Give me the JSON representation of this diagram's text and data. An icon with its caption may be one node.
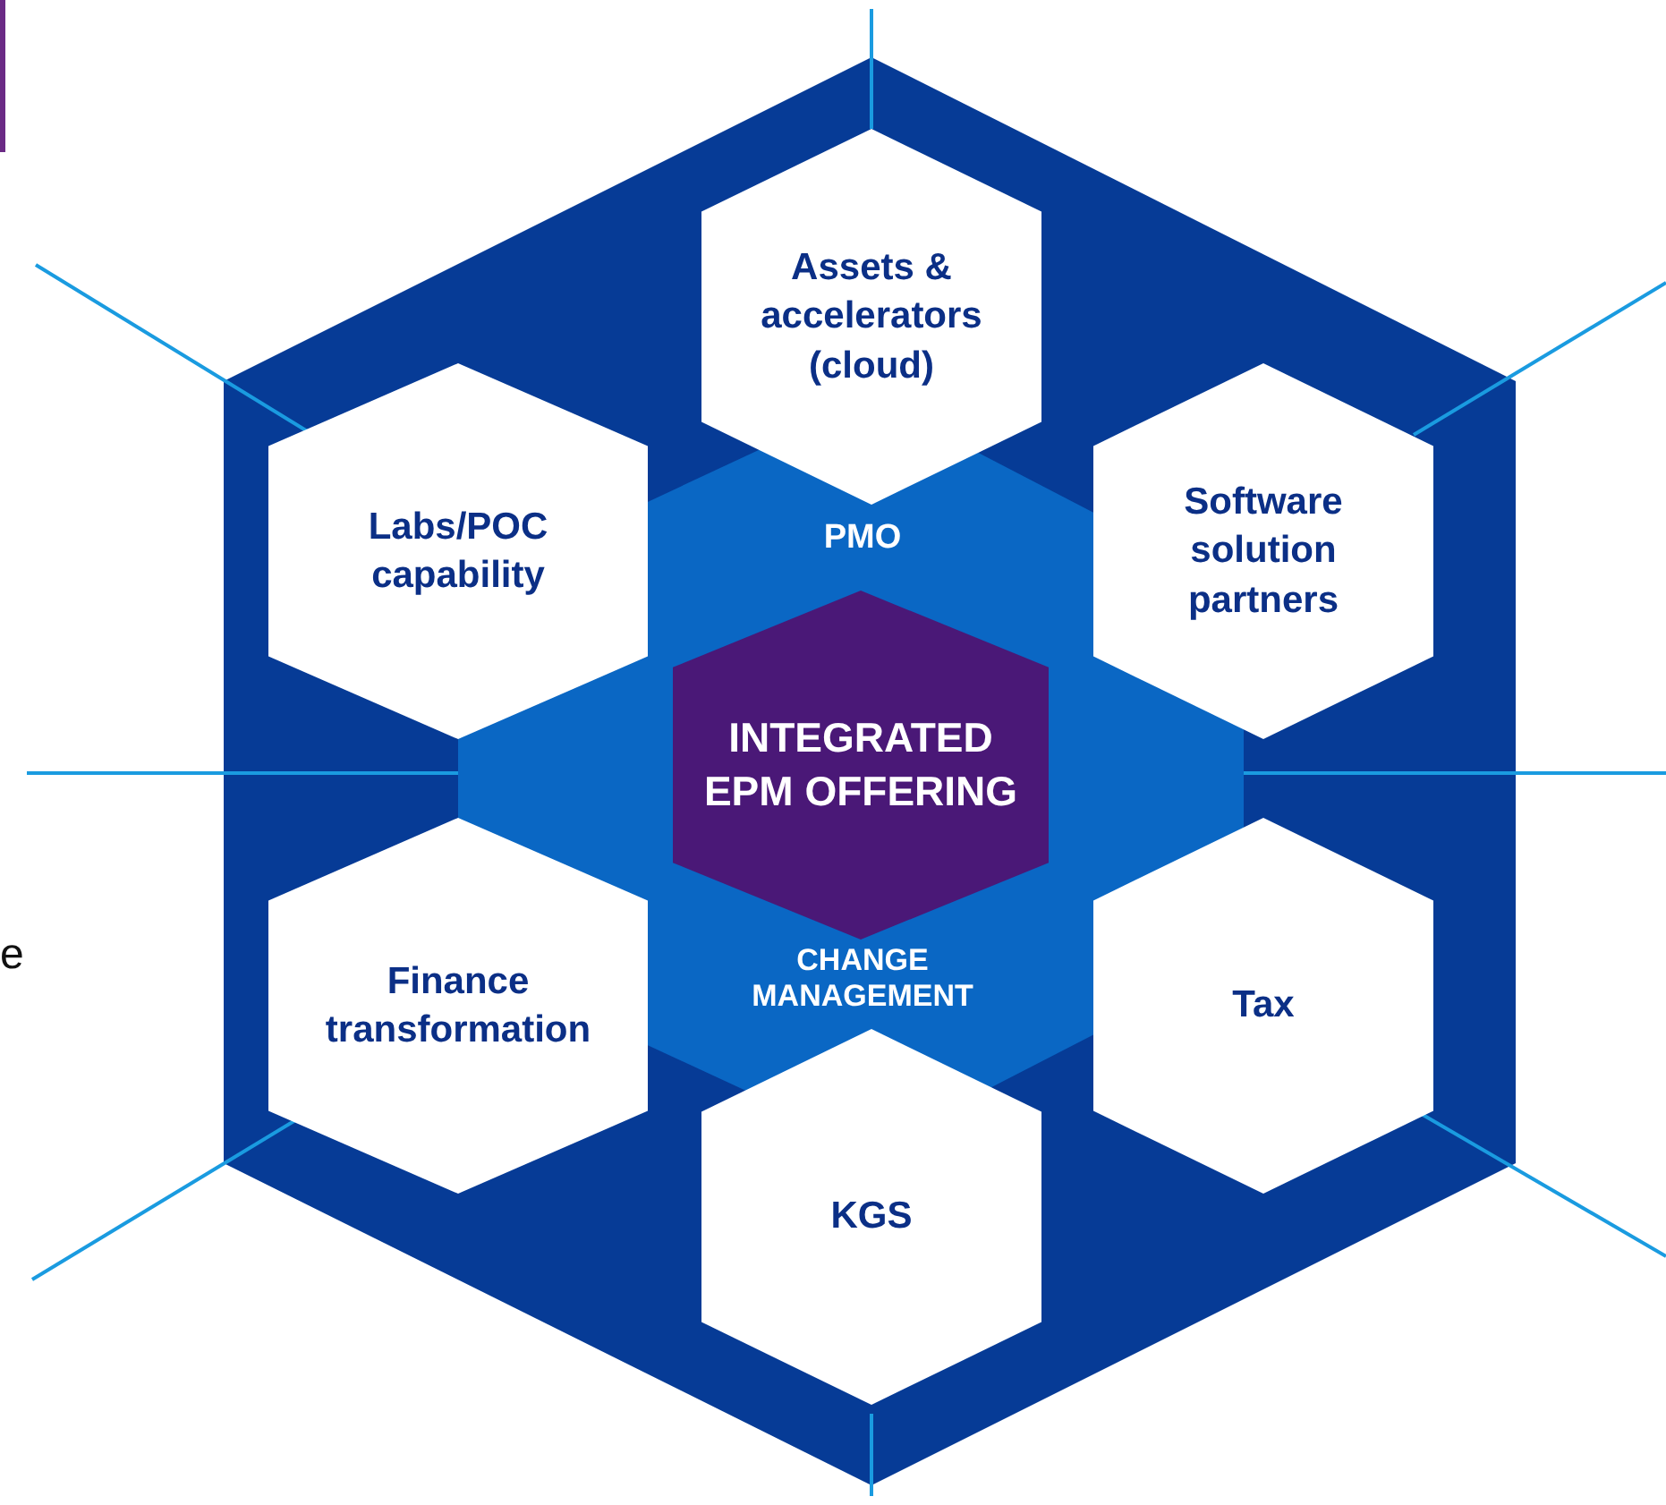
{
  "diagram": {
    "nodes": [
      {
        "text": [
          "Assets & accelerators (cloud)"
        ]
      },
      {
        "text": [
          "Labs/POC capability"
        ]
      },
      {
        "text": [
          "Software solution partners"
        ]
      },
      {
        "text": [
          "INTEGRATED EPM OFFERING"
        ]
      },
      {
        "text": [
          "Finance transformation"
        ]
      },
      {
        "text": [
          "Tax"
        ]
      },
      {
        "text": [
          "KGS"
        ]
      }
    ],
    "labels": [
      "PMO",
      "CHANGE MANAGEMENT",
      "e"
    ]
  }
}
